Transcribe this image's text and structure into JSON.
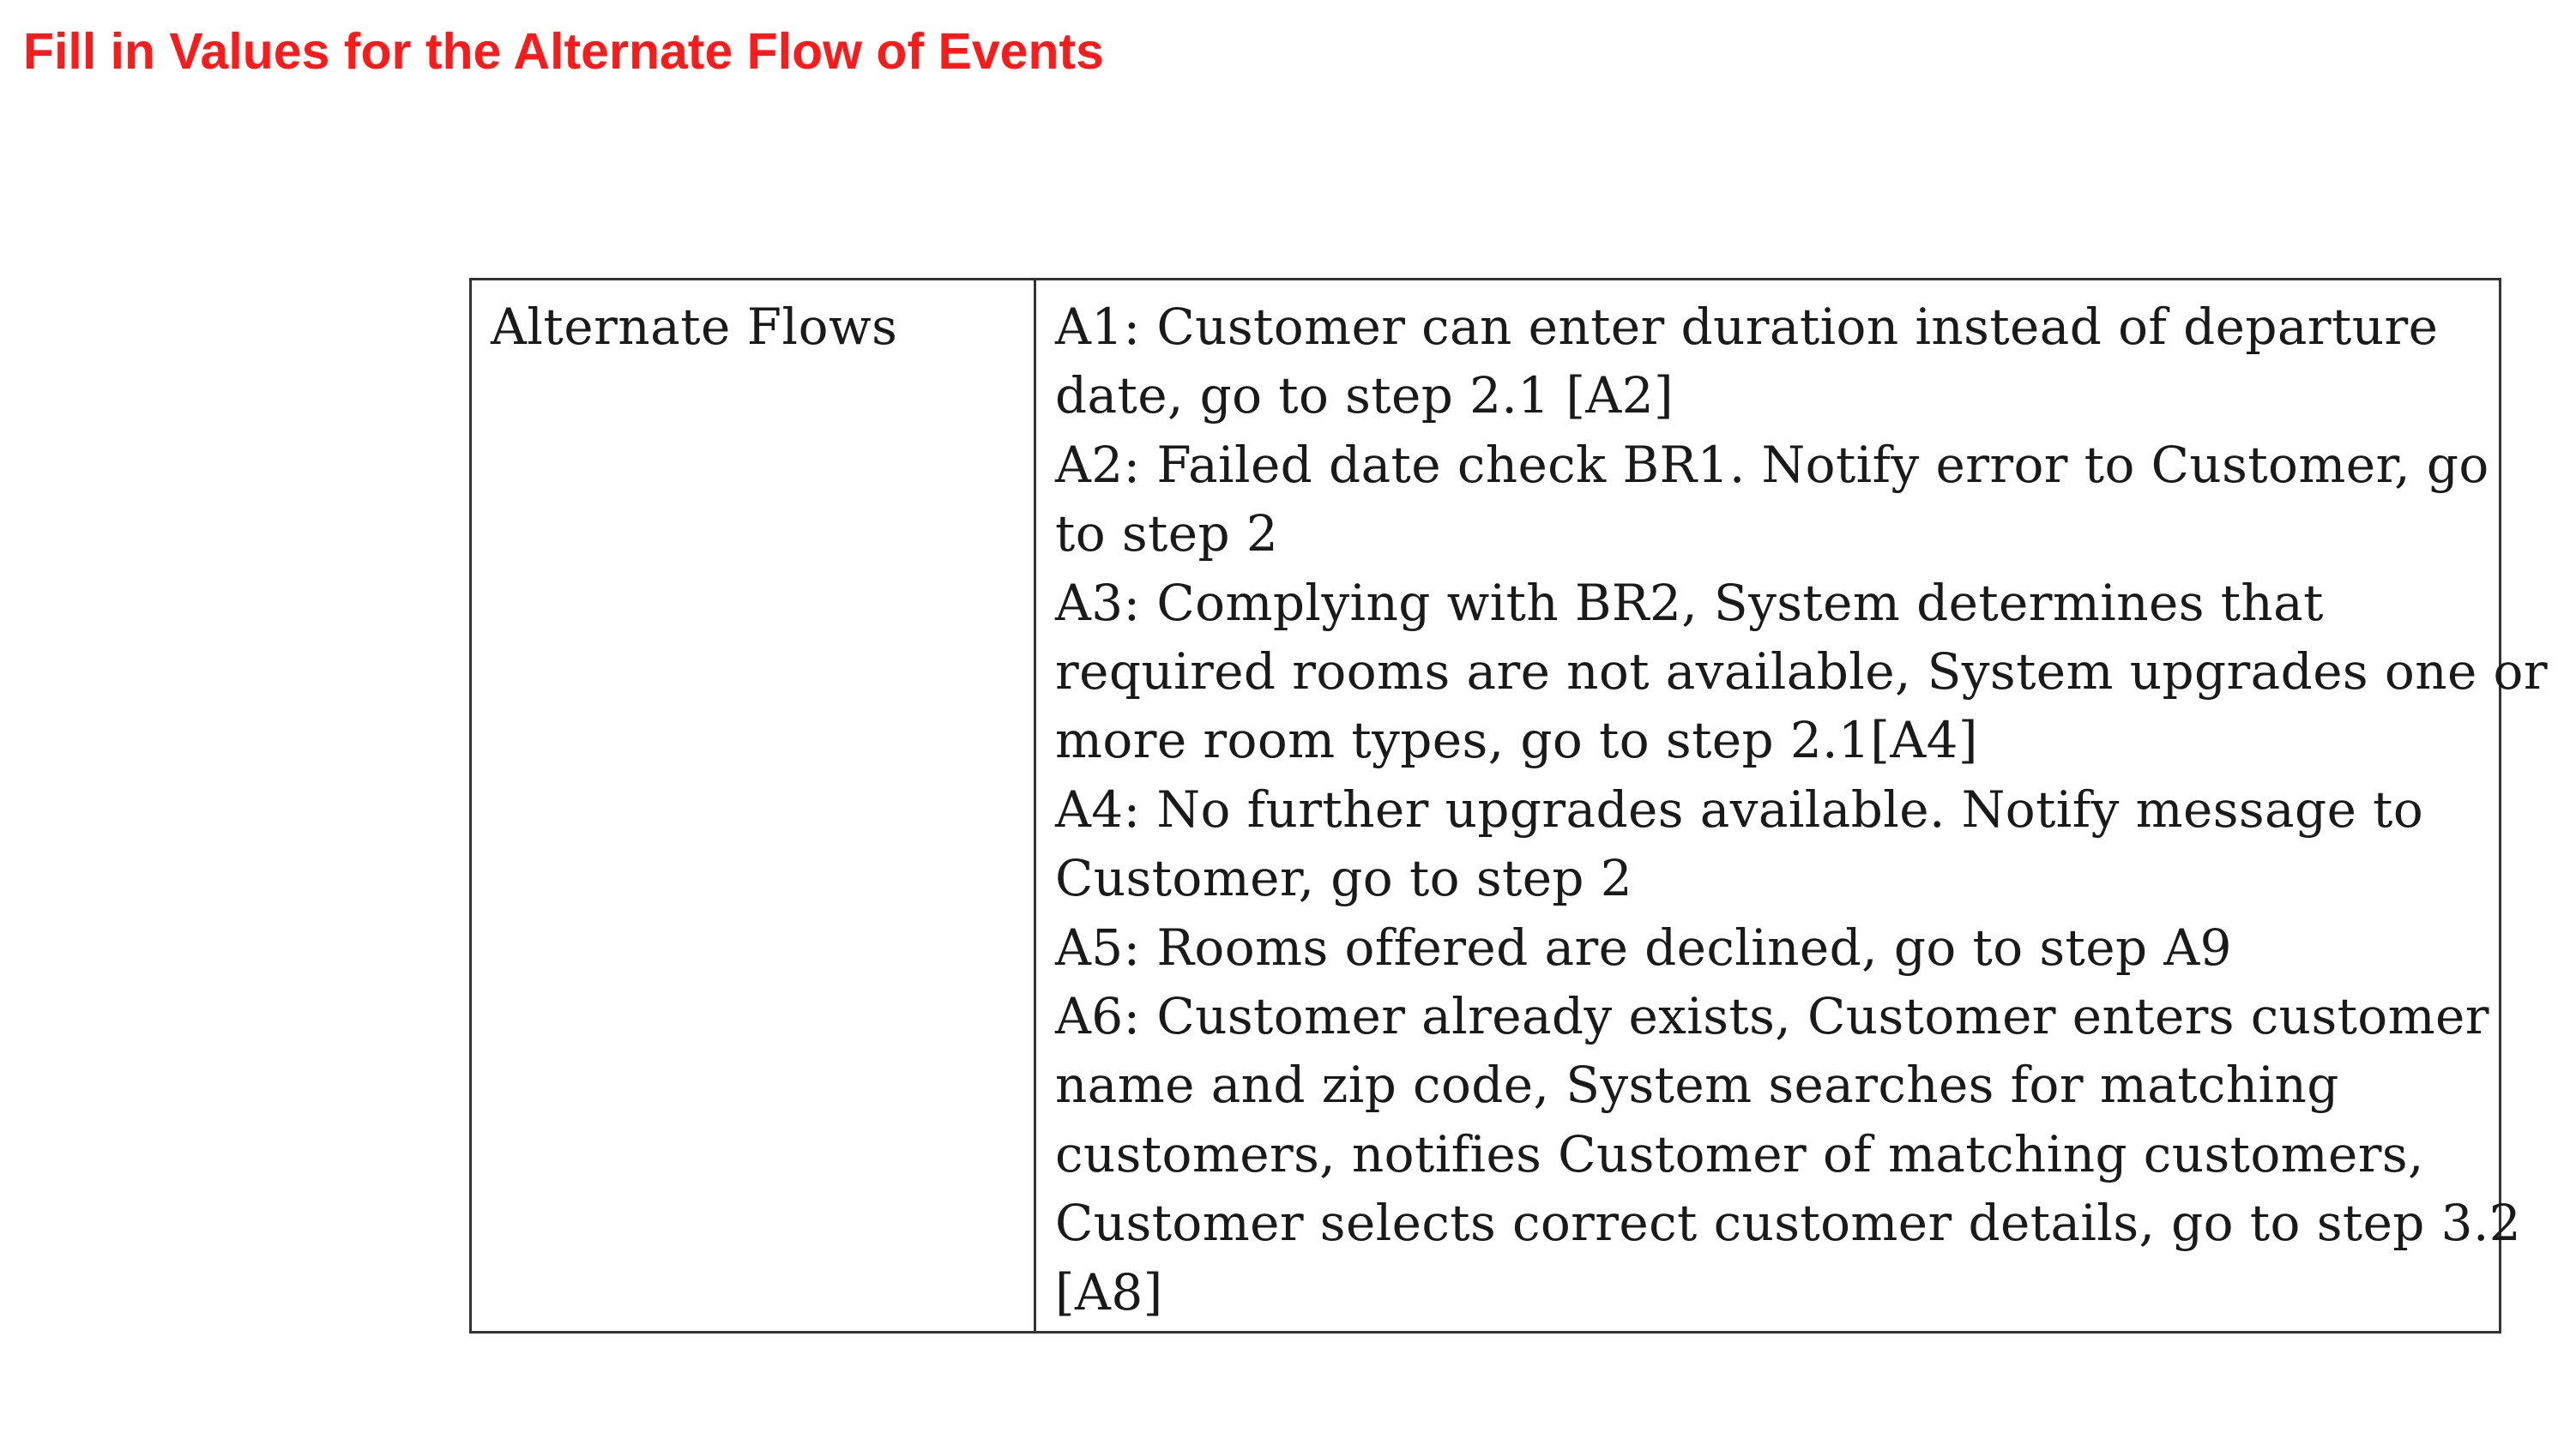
{
  "heading": "Fill in Values for the Alternate Flow of Events",
  "table": {
    "label": "Alternate Flows",
    "lines": [
      "A1: Customer can enter duration instead of departure",
      "date, go to step 2.1 [A2]",
      "A2: Failed date check BR1. Notify error to Customer, go",
      "to step 2",
      "A3: Complying with BR2, System determines that",
      "required rooms are not available, System upgrades one or",
      "more room types, go to step 2.1[A4]",
      "A4: No further upgrades available. Notify message to",
      "Customer, go to step 2",
      "A5: Rooms offered are declined, go to step A9",
      "A6: Customer already exists, Customer enters customer",
      "name and zip code, System searches for matching",
      "customers, notifies Customer of matching customers,",
      "Customer selects correct customer details, go to step 3.2",
      "[A8]"
    ]
  },
  "colors": {
    "heading": "#ff1a1a",
    "text": "#1a1a1a",
    "border": "#333333"
  }
}
